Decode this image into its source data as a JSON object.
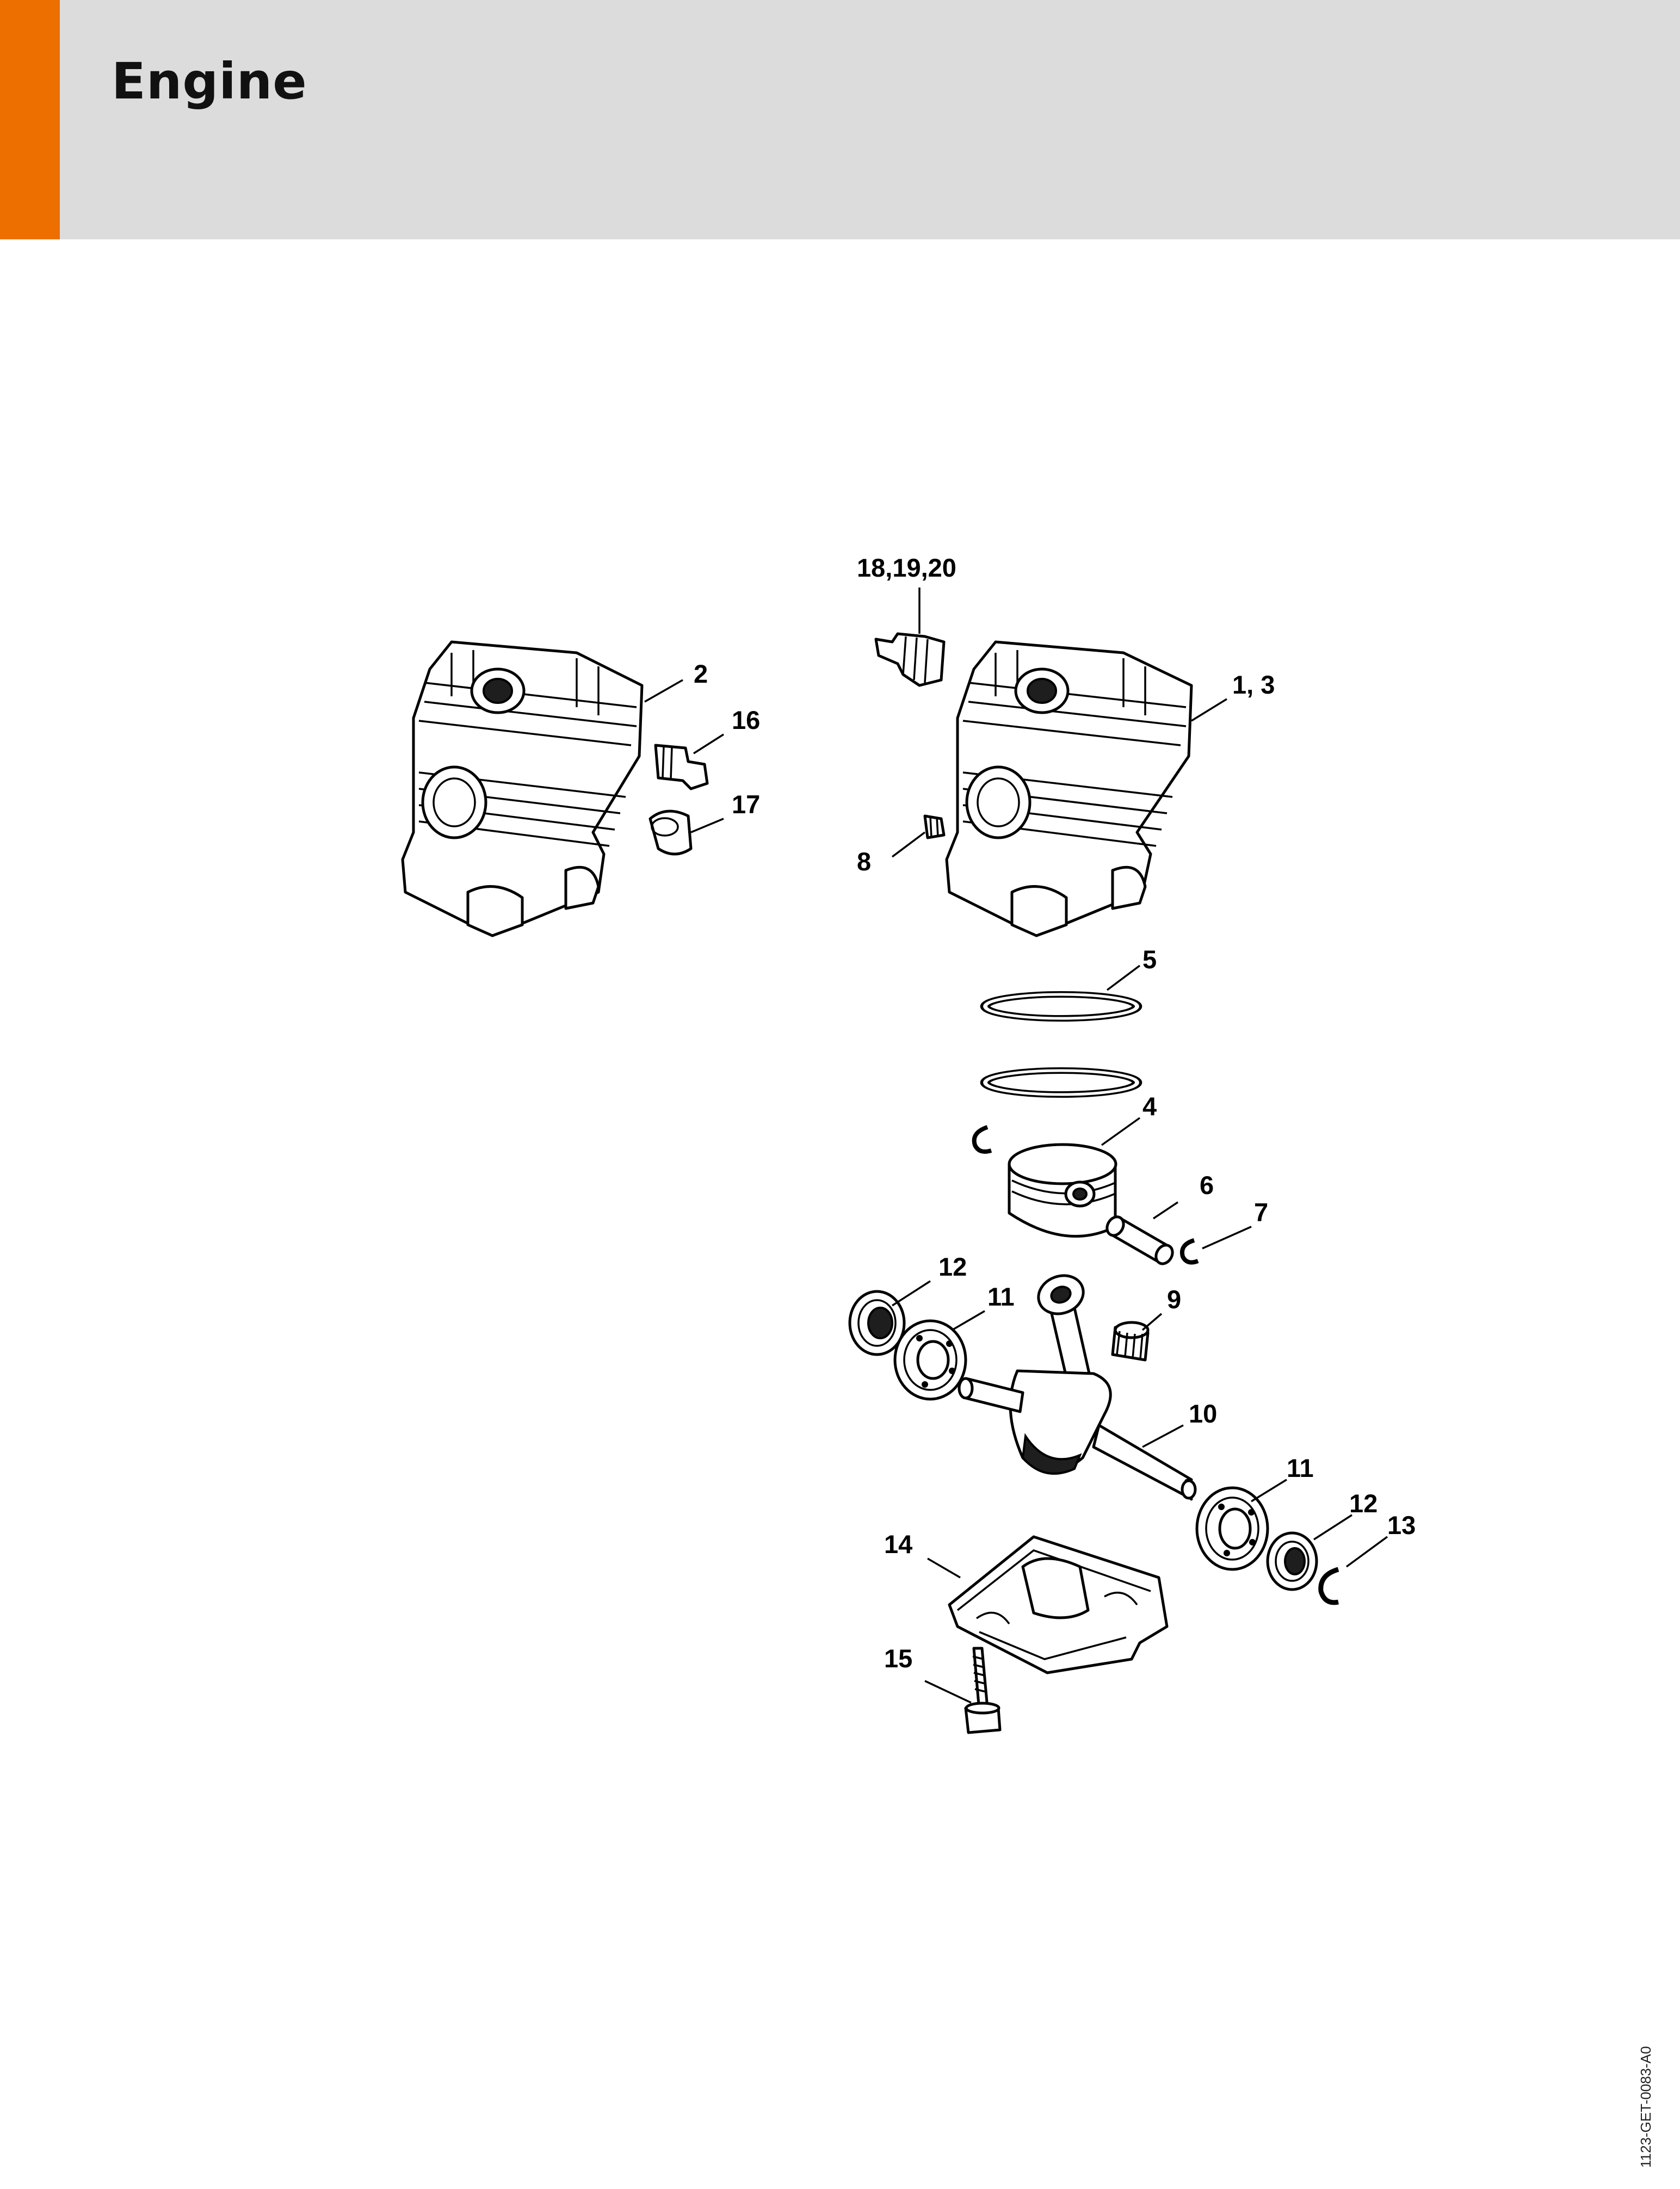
{
  "header": {
    "title": "Engine",
    "accent_color": "#ed6f00",
    "background_color": "#dcdcdc"
  },
  "diagram": {
    "callouts": {
      "c1_3": "1, 3",
      "c2": "2",
      "c4": "4",
      "c5": "5",
      "c6": "6",
      "c7": "7",
      "c8": "8",
      "c9": "9",
      "c10": "10",
      "c11_top": "11",
      "c11_bottom": "11",
      "c12_top": "12",
      "c12_bottom": "12",
      "c13": "13",
      "c14": "14",
      "c15": "15",
      "c16": "16",
      "c17": "17",
      "c18_19_20": "18,19,20"
    }
  },
  "footer": {
    "document_code": "1123-GET-0083-A0"
  }
}
